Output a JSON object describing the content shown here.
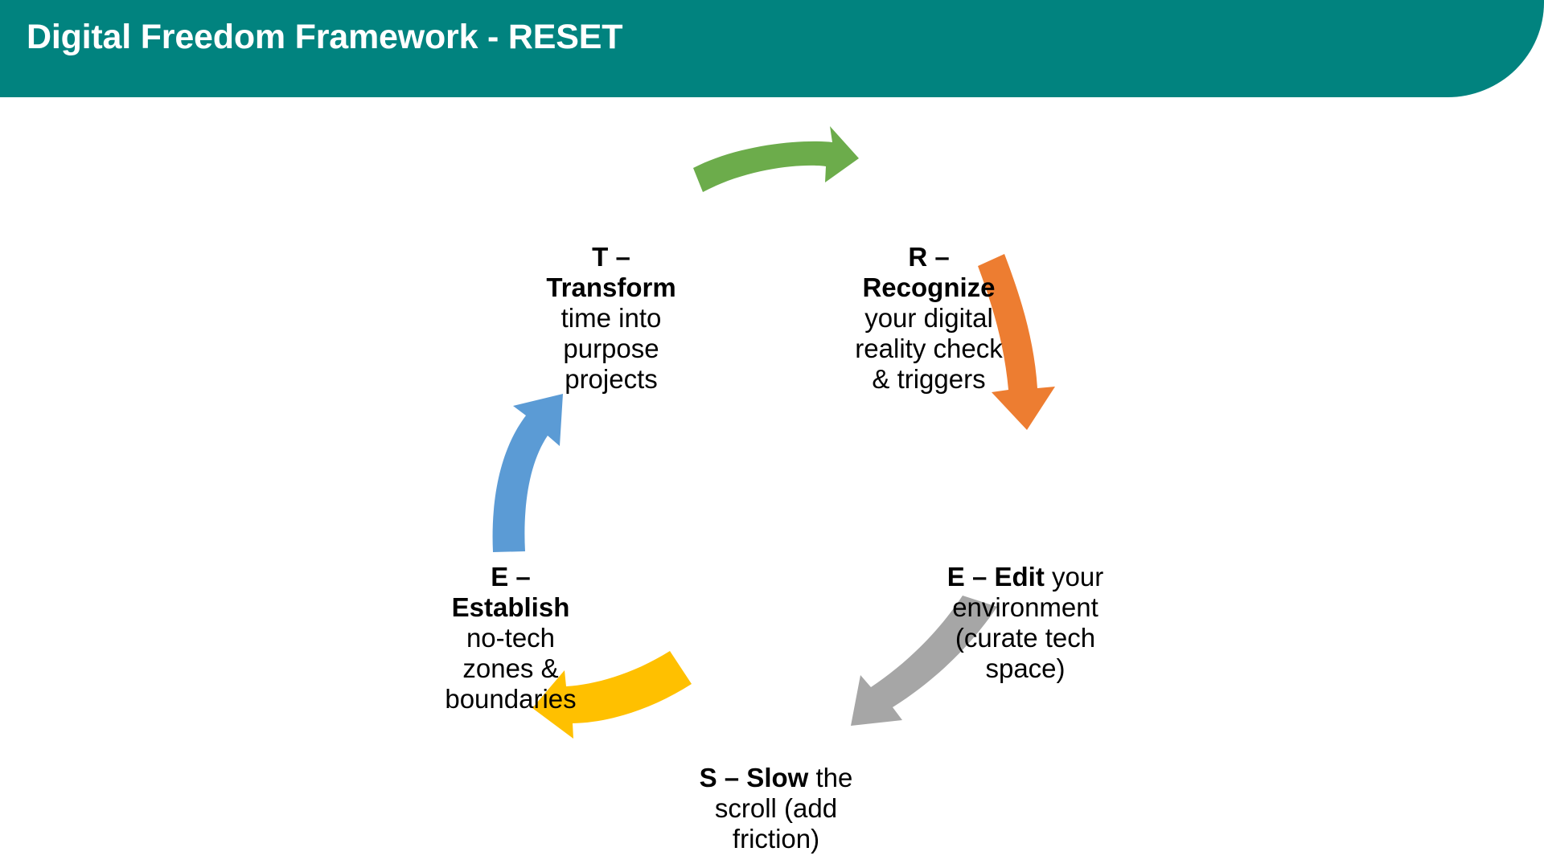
{
  "header": {
    "title": "Digital Freedom Framework - RESET",
    "background_color": "#01837F",
    "text_color": "#FFFFFF"
  },
  "diagram": {
    "type": "cycle",
    "steps": [
      {
        "id": "transform",
        "letter": "T",
        "heading": "T – Transform",
        "body": "time into purpose projects",
        "line1": "T –",
        "line2": "Transform",
        "line3": "time into",
        "line4": "purpose",
        "line5": "projects",
        "position": "top-left"
      },
      {
        "id": "recognize",
        "letter": "R",
        "heading": "R – Recognize",
        "body": "your digital reality check & triggers",
        "line1": "R –",
        "line2": "Recognize",
        "line3": "your digital",
        "line4": "reality check",
        "line5": "& triggers",
        "position": "top-right"
      },
      {
        "id": "edit",
        "letter": "E",
        "heading": "E – Edit",
        "body": "your environment (curate tech space)",
        "line1": "E – Edit",
        "line1_rest": " your",
        "line2": "environment",
        "line3": "(curate tech",
        "line4": "space)",
        "position": "right"
      },
      {
        "id": "slow",
        "letter": "S",
        "heading": "S – Slow",
        "body": "the scroll (add friction)",
        "line1": "S – Slow",
        "line1_rest": " the",
        "line2": "scroll (add",
        "line3": "friction)",
        "position": "bottom"
      },
      {
        "id": "establish",
        "letter": "E",
        "heading": "E – Establish",
        "body": "no-tech zones & boundaries",
        "line1": "E – Establish",
        "line2": "no-tech",
        "line3": "zones &",
        "line4": "boundaries",
        "position": "left"
      }
    ],
    "arrows": [
      {
        "id": "arrow-transform-to-recognize",
        "color": "#6CAC4B",
        "direction": "right"
      },
      {
        "id": "arrow-recognize-to-edit",
        "color": "#ED7D31",
        "direction": "down"
      },
      {
        "id": "arrow-edit-to-slow",
        "color": "#A6A6A6",
        "direction": "down-left"
      },
      {
        "id": "arrow-slow-to-establish",
        "color": "#FFC000",
        "direction": "up-left"
      },
      {
        "id": "arrow-establish-to-transform",
        "color": "#5B9BD5",
        "direction": "up-right"
      }
    ]
  }
}
